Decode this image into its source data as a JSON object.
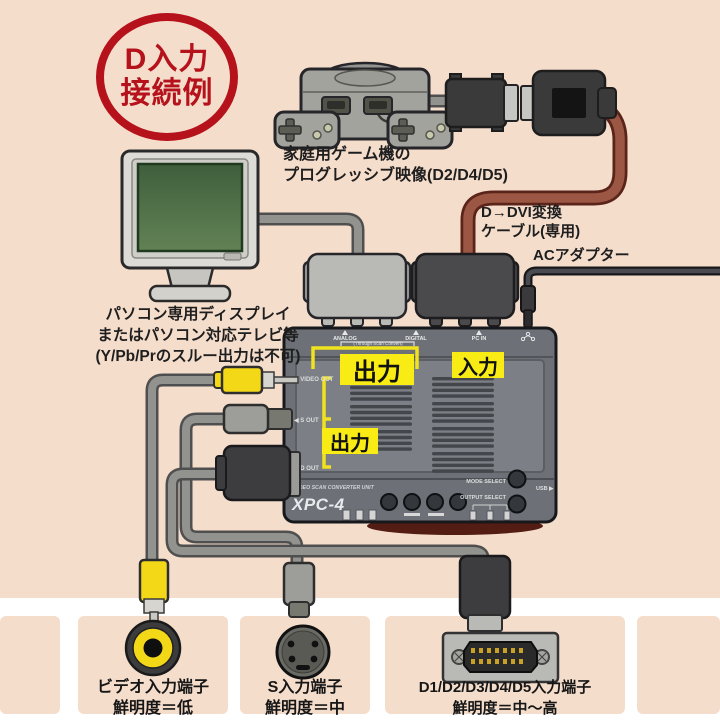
{
  "badge": {
    "line1": "D入力",
    "line2": "接続例"
  },
  "console": {
    "caption_line1": "家庭用ゲーム機の",
    "caption_line2": "プログレッシブ映像(D2/D4/D5)"
  },
  "dvi_cable": {
    "label_line1": "D→DVI変換",
    "label_line2": "ケーブル(専用)"
  },
  "ac_adapter": {
    "label": "ACアダプター"
  },
  "monitor": {
    "caption_line1": "パソコン専用ディスプレイ",
    "caption_line2": "またはパソコン対応テレビ等",
    "caption_line3": "(Y/Pb/Prのスルー出力は不可)"
  },
  "device": {
    "brand": "XPC-4",
    "unit_label": "VIDEO SCAN CONVERTER UNIT",
    "output_label_top": "出力",
    "input_label": "入力",
    "output_label_side": "出力",
    "top_ports": {
      "analog": "ANALOG",
      "digital": "DIGITAL",
      "through": "(Through Scan Convert)",
      "pc_in": "PC IN"
    },
    "side_ports": {
      "video_out": "◀ VIDEO OUT",
      "s_out": "◀ S OUT",
      "d_out": "◀ D OUT"
    },
    "controls": {
      "mode_select": "MODE SELECT",
      "output_select": "OUTPUT SELECT",
      "usb": "USB ▶"
    }
  },
  "terminals": [
    {
      "name": "ビデオ入力端子",
      "clarity": "鮮明度＝低"
    },
    {
      "name": "S入力端子",
      "clarity": "鮮明度＝中"
    },
    {
      "name": "D1/D2/D3/D4/D5入力端子",
      "clarity": "鮮明度＝中〜高"
    }
  ],
  "colors": {
    "background": "#f5ddcc",
    "badge_red": "#b5121b",
    "label_yellow": "#f8ec14",
    "cable_brown": "#9b5743",
    "screen_green": "#547450",
    "rca_yellow": "#f3d818"
  }
}
